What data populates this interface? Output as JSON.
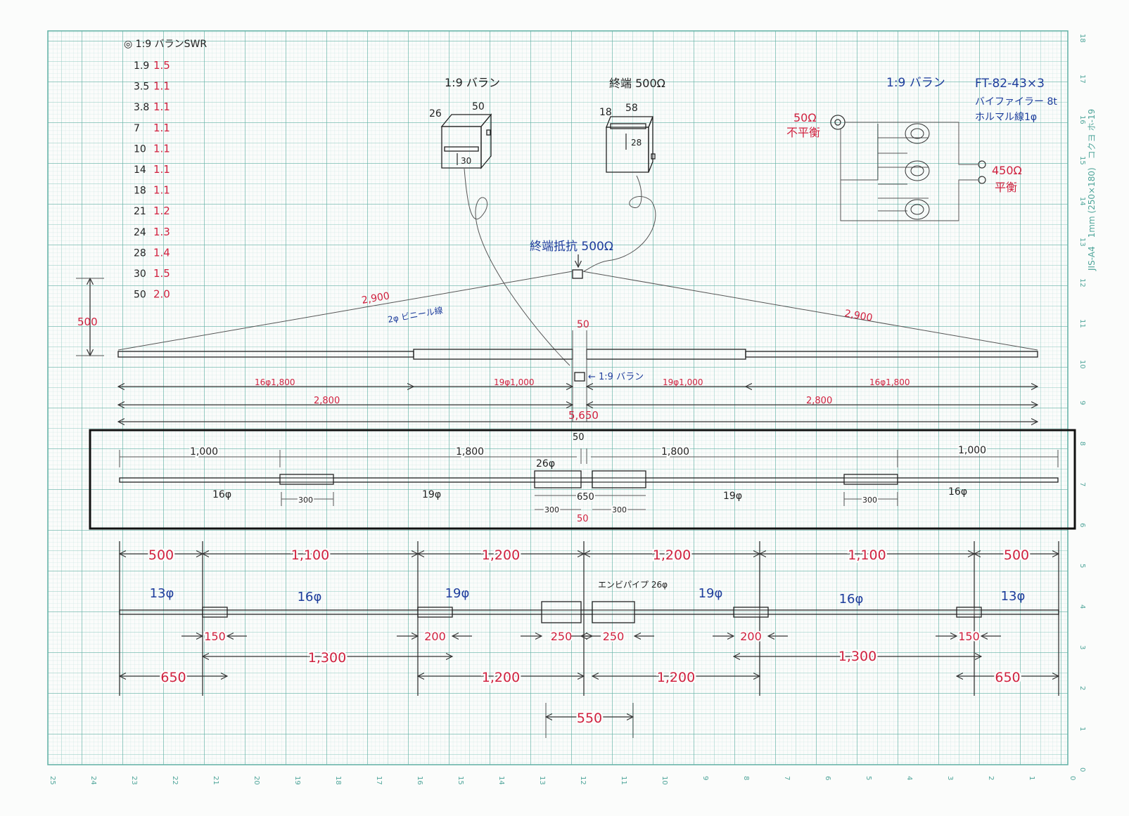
{
  "swr_table": {
    "title": "◎ 1:9 バランSWR",
    "rows": [
      {
        "band": "1.9",
        "swr": "1.5"
      },
      {
        "band": "3.5",
        "swr": "1.1"
      },
      {
        "band": "3.8",
        "swr": "1.1"
      },
      {
        "band": "7",
        "swr": "1.1"
      },
      {
        "band": "10",
        "swr": "1.1"
      },
      {
        "band": "14",
        "swr": "1.1"
      },
      {
        "band": "18",
        "swr": "1.1"
      },
      {
        "band": "21",
        "swr": "1.2"
      },
      {
        "band": "24",
        "swr": "1.3"
      },
      {
        "band": "28",
        "swr": "1.4"
      },
      {
        "band": "30",
        "swr": "1.5"
      },
      {
        "band": "50",
        "swr": "2.0"
      }
    ]
  },
  "balun_box": {
    "title": "1:9 バラン",
    "w": "26",
    "d": "50",
    "h": "30"
  },
  "term_box": {
    "title": "終端 500Ω",
    "w": "18",
    "d": "58",
    "h": "28"
  },
  "schematic": {
    "title": "1:9 バラン",
    "core": "FT-82-43×3",
    "wire1": "バイファイラー 8t",
    "wire2": "ホルマル線1φ",
    "in_imp": "50Ω",
    "in_type": "不平衡",
    "out_imp": "450Ω",
    "out_type": "平衡"
  },
  "top_view": {
    "term_label": "終端抵抗 500Ω",
    "height": "500",
    "wire_left": "2,900",
    "wire_right": "2,900",
    "wire_note": "2φ ビニール線",
    "gap": "50",
    "balun_tag": "← 1:9 バラン",
    "seg_outer_left": "16φ1,800",
    "seg_inner_left": "19φ1,000",
    "seg_inner_right": "19φ1,000",
    "seg_outer_right": "16φ1,800",
    "half_left": "2,800",
    "half_right": "2,800",
    "total": "5,650"
  },
  "detail": {
    "gap_top": "50",
    "len_outer_left": "1,000",
    "len_inner_left": "1,800",
    "len_inner_right": "1,800",
    "len_outer_right": "1,000",
    "center_tube": "26φ",
    "dia_outer_left": "16φ",
    "dia_inner_left": "19φ",
    "dia_inner_right": "19φ",
    "dia_outer_right": "16φ",
    "overlap_left": "300",
    "overlap_right": "300",
    "center_span": "650",
    "center_ov_left": "300",
    "center_ov_right": "300",
    "gap_bottom": "50"
  },
  "lower": {
    "spans": [
      "500",
      "1,100",
      "1,200",
      "1,200",
      "1,100",
      "500"
    ],
    "dias": [
      "13φ",
      "16φ",
      "19φ",
      "19φ",
      "16φ",
      "13φ"
    ],
    "pipe_note": "エンビパイプ 26φ",
    "overlaps": [
      "150",
      "200",
      "250",
      "250",
      "200",
      "150"
    ],
    "bottom_spans": [
      "650",
      "1,300",
      "1,200",
      "1,200",
      "1,300",
      "650"
    ],
    "center_span": "550"
  },
  "paper": {
    "side_label": "JIS-A4　1mm (250×180)　コクヨ ホ-19",
    "right_scale": [
      "18",
      "17",
      "16",
      "15",
      "14",
      "13",
      "12",
      "11",
      "10",
      "9",
      "8",
      "7",
      "6",
      "5",
      "4",
      "3",
      "2",
      "1",
      "0"
    ],
    "bottom_scale": [
      "25",
      "24",
      "23",
      "22",
      "21",
      "20",
      "19",
      "18",
      "17",
      "16",
      "15",
      "14",
      "13",
      "12",
      "11",
      "10",
      "9",
      "8",
      "7",
      "6",
      "5",
      "4",
      "3",
      "2",
      "1",
      "0"
    ]
  }
}
